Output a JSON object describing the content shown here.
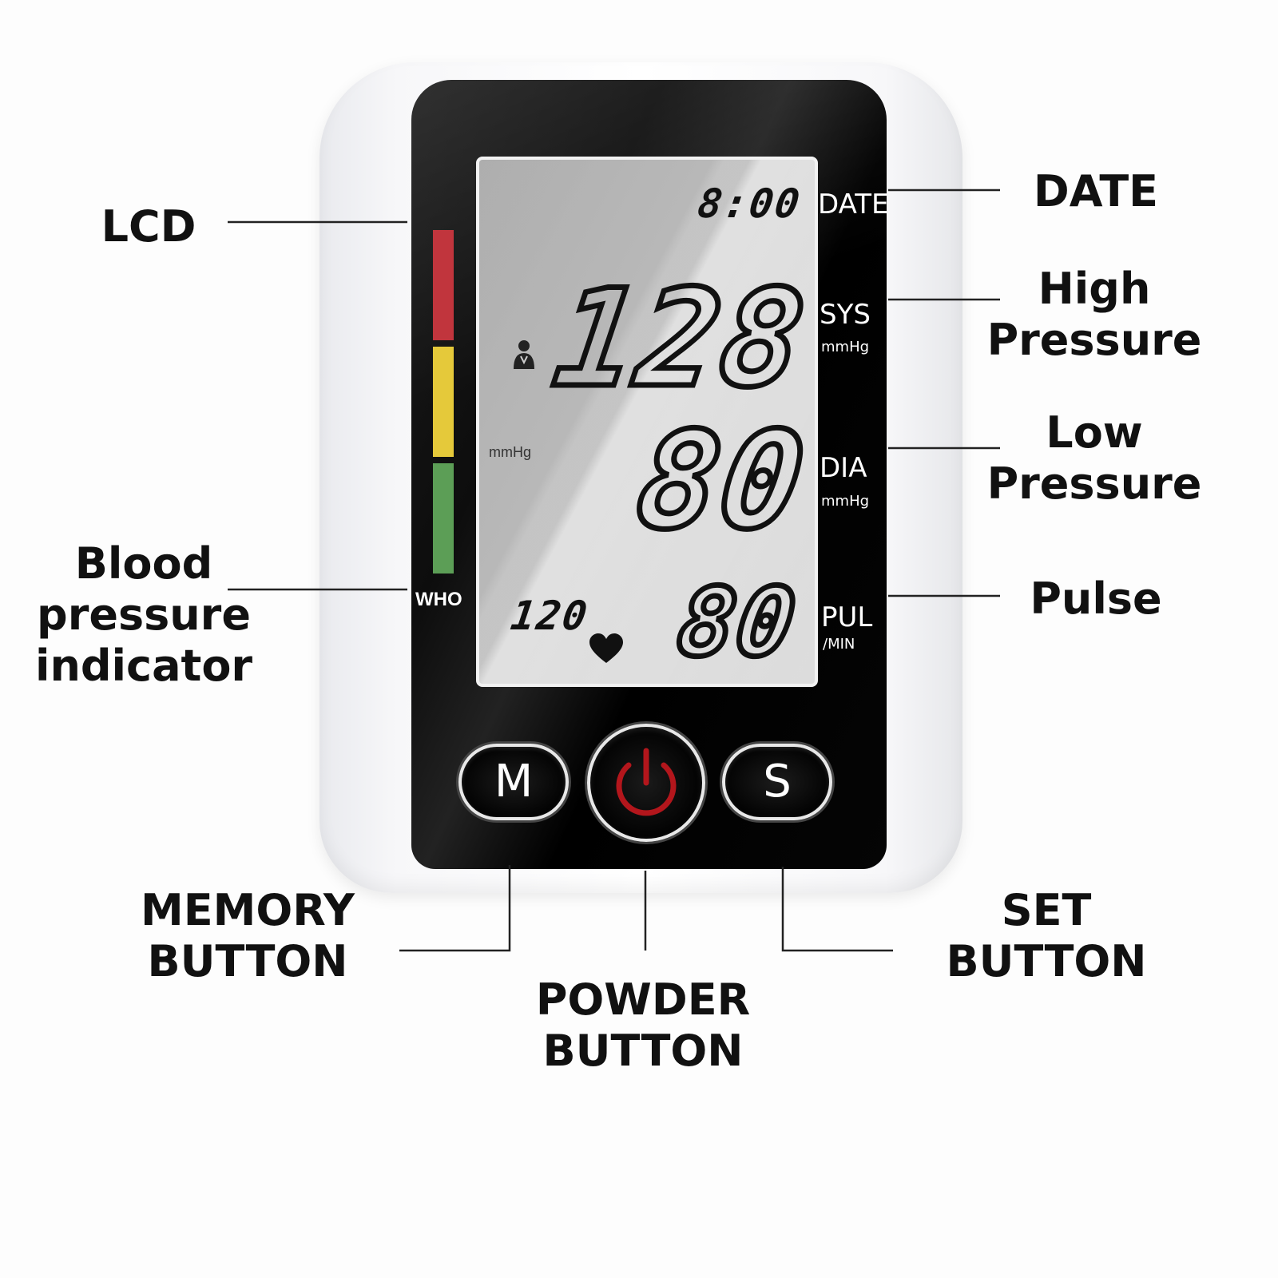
{
  "callouts": {
    "lcd": "LCD",
    "indicator": [
      "Blood",
      "pressure",
      "indicator"
    ],
    "date": "DATE",
    "high_pressure": [
      "High",
      "Pressure"
    ],
    "low_pressure": [
      "Low",
      "Pressure"
    ],
    "pulse": "Pulse",
    "memory_button": [
      "MEMORY",
      "BUTTON"
    ],
    "power_button": [
      "POWDER",
      "BUTTON"
    ],
    "set_button": [
      "SET",
      "BUTTON"
    ]
  },
  "device": {
    "indicator_label": "WHO",
    "indicator_colors": [
      "#c1353d",
      "#e5c93a",
      "#5c9e56"
    ],
    "face_labels": {
      "date": "DATE",
      "sys": "SYS",
      "sys_unit": "mmHg",
      "dia": "DIA",
      "dia_unit": "mmHg",
      "pul": "PUL",
      "pul_unit": "/MIN"
    },
    "lcd": {
      "time": "8:00",
      "systolic": "128",
      "diastolic": "80",
      "pulse": "80",
      "memory_value": "120",
      "unit_small": "mmHg"
    },
    "buttons": {
      "memory": "M",
      "set": "S",
      "power_icon": "power-icon",
      "power_color": "#b3161c"
    }
  }
}
